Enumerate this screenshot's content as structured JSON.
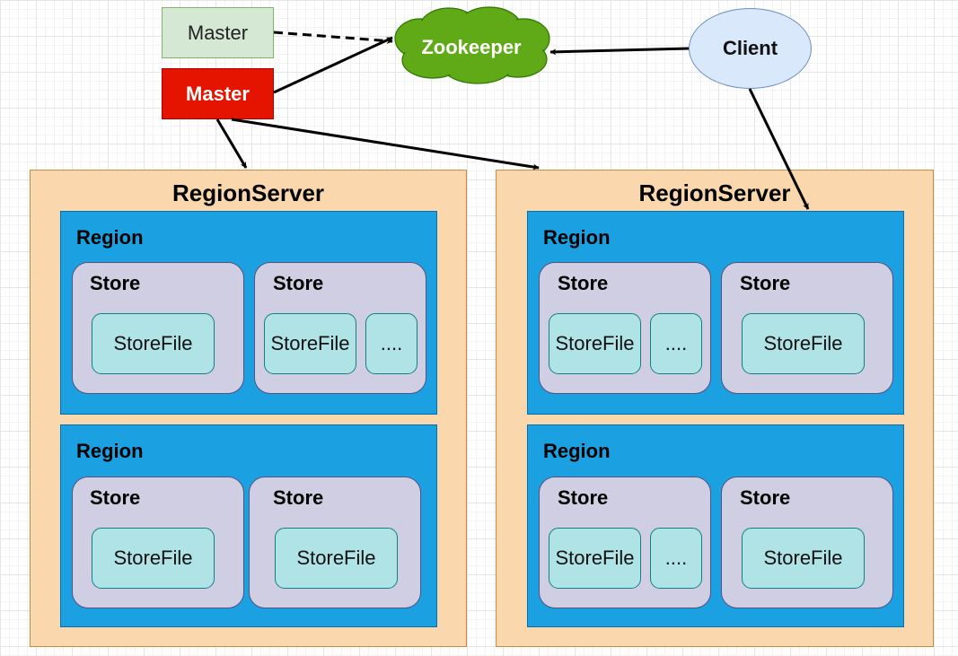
{
  "master_standby": "Master",
  "master_active": "Master",
  "zookeeper": "Zookeeper",
  "client": "Client",
  "left_server": {
    "title": "RegionServer",
    "regions": [
      {
        "label": "Region",
        "stores": [
          {
            "label": "Store",
            "files": [
              "StoreFile"
            ]
          },
          {
            "label": "Store",
            "files": [
              "StoreFile",
              "...."
            ]
          }
        ]
      },
      {
        "label": "Region",
        "stores": [
          {
            "label": "Store",
            "files": [
              "StoreFile"
            ]
          },
          {
            "label": "Store",
            "files": [
              "StoreFile"
            ]
          }
        ]
      }
    ]
  },
  "right_server": {
    "title": "RegionServer",
    "regions": [
      {
        "label": "Region",
        "stores": [
          {
            "label": "Store",
            "files": [
              "StoreFile",
              "...."
            ]
          },
          {
            "label": "Store",
            "files": [
              "StoreFile"
            ]
          }
        ]
      },
      {
        "label": "Region",
        "stores": [
          {
            "label": "Store",
            "files": [
              "StoreFile",
              "...."
            ]
          },
          {
            "label": "Store",
            "files": [
              "StoreFile"
            ]
          }
        ]
      }
    ]
  },
  "colors": {
    "master_standby": "#d5e8d4",
    "master_active": "#e51400",
    "zookeeper": "#60a917",
    "client": "#dae8fc",
    "region_server": "#fad7ac",
    "region": "#1ba1e2",
    "store": "#d0cee2",
    "store_file": "#b0e3e6"
  }
}
